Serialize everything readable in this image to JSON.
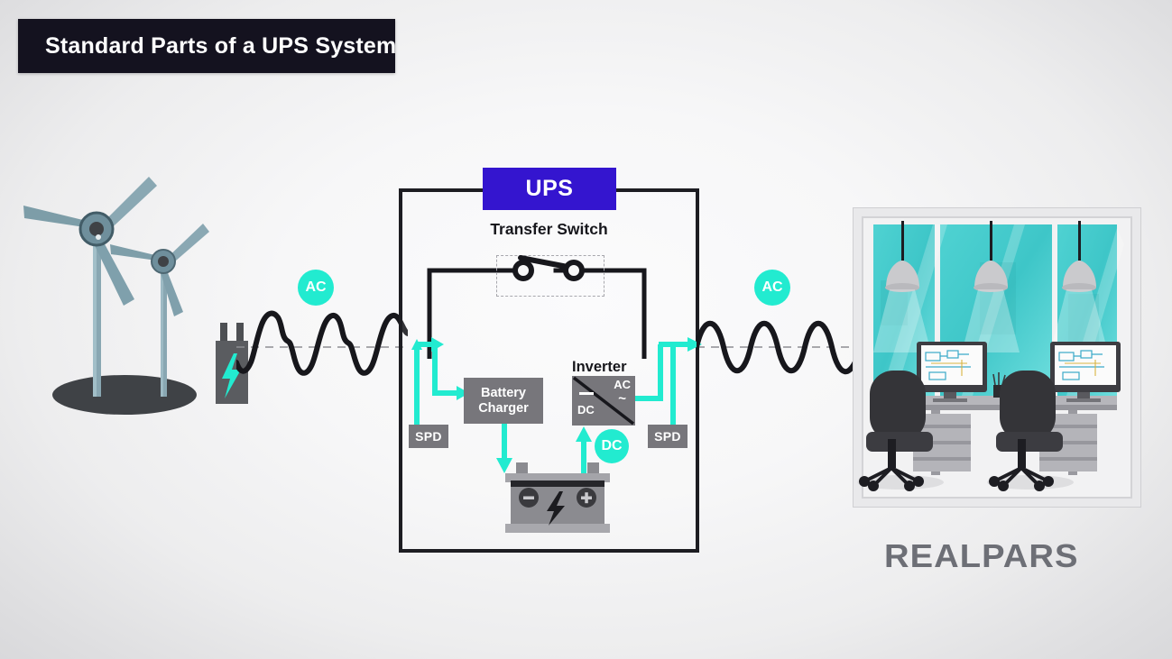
{
  "title": {
    "text": "Standard Parts of a UPS System"
  },
  "ups": {
    "badge_label": "UPS",
    "transfer_switch_label": "Transfer Switch",
    "inverter_label": "Inverter",
    "inverter_ac_label": "AC",
    "inverter_ac_symbol": "~",
    "inverter_dc_label": "DC",
    "battery_charger_label_line1": "Battery",
    "battery_charger_label_line2": "Charger",
    "spd_left_label": "SPD",
    "spd_right_label": "SPD"
  },
  "badges": {
    "ac_input_label": "AC",
    "ac_output_label": "AC",
    "dc_label": "DC"
  },
  "battery": {
    "negative_terminal": "−",
    "positive_terminal": "+"
  },
  "branding": {
    "logo_text": "REALPARS"
  },
  "colors": {
    "title_bar_bg": "#14121f",
    "ups_badge_bg": "#3415cf",
    "accent_cyan": "#22ebd0",
    "block_gray": "#77767b",
    "line_black": "#1d1d22",
    "turbine_blade": "#8aa8b3",
    "office_window_teal": "#3fc9c9",
    "logo_gray": "#6d6f76",
    "background_edge": "#d2d2d5",
    "background_center": "#fbfbfc"
  },
  "icons": {
    "power_source": "power-source-icon",
    "lightning": "lightning-bolt-icon",
    "turbine": "wind-turbine-icon",
    "office": "office-scene-icon",
    "battery": "battery-icon",
    "ac_waveform_input": "distorted-sine-wave-icon",
    "ac_waveform_output": "clean-sine-wave-icon",
    "switch": "open-switch-icon"
  }
}
